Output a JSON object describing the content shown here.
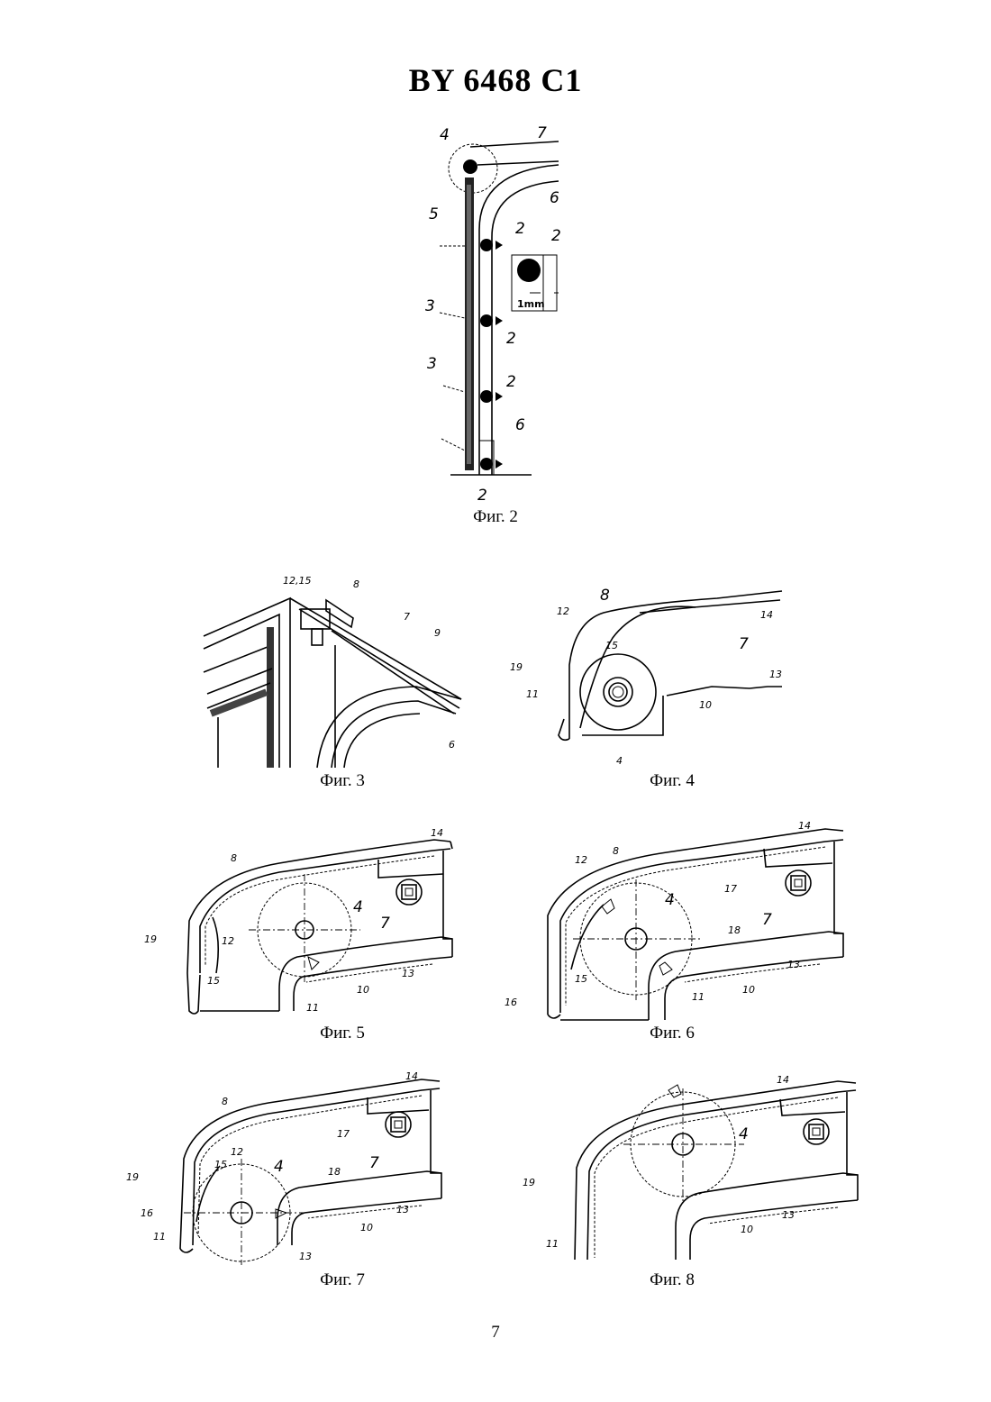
{
  "header": {
    "document_number": "BY 6468 C1"
  },
  "figures": [
    {
      "id": "fig2",
      "caption": "Фиг. 2",
      "labels": [
        "4",
        "7",
        "5",
        "6",
        "2",
        "2",
        "3",
        "2",
        "3",
        "2",
        "6",
        "2"
      ],
      "inset_label": "1mm"
    },
    {
      "id": "fig3",
      "caption": "Фиг. 3",
      "labels": [
        "12,15",
        "8",
        "7",
        "9",
        "6"
      ]
    },
    {
      "id": "fig4",
      "caption": "Фиг. 4",
      "labels": [
        "8",
        "14",
        "12",
        "15",
        "7",
        "19",
        "13",
        "11",
        "10",
        "4"
      ]
    },
    {
      "id": "fig5",
      "caption": "Фиг. 5",
      "labels": [
        "14",
        "8",
        "4",
        "7",
        "19",
        "12",
        "15",
        "10",
        "13",
        "11"
      ]
    },
    {
      "id": "fig6",
      "caption": "Фиг. 6",
      "labels": [
        "14",
        "12",
        "8",
        "17",
        "4",
        "7",
        "18",
        "13",
        "15",
        "10",
        "16",
        "11"
      ]
    },
    {
      "id": "fig7",
      "caption": "Фиг. 7",
      "labels": [
        "14",
        "8",
        "17",
        "12",
        "15",
        "4",
        "7",
        "19",
        "18",
        "13",
        "16",
        "10",
        "11",
        "13"
      ]
    },
    {
      "id": "fig8",
      "caption": "Фиг. 8",
      "labels": [
        "14",
        "4",
        "19",
        "10",
        "13",
        "11"
      ]
    }
  ],
  "footer": {
    "page_number": "7"
  }
}
